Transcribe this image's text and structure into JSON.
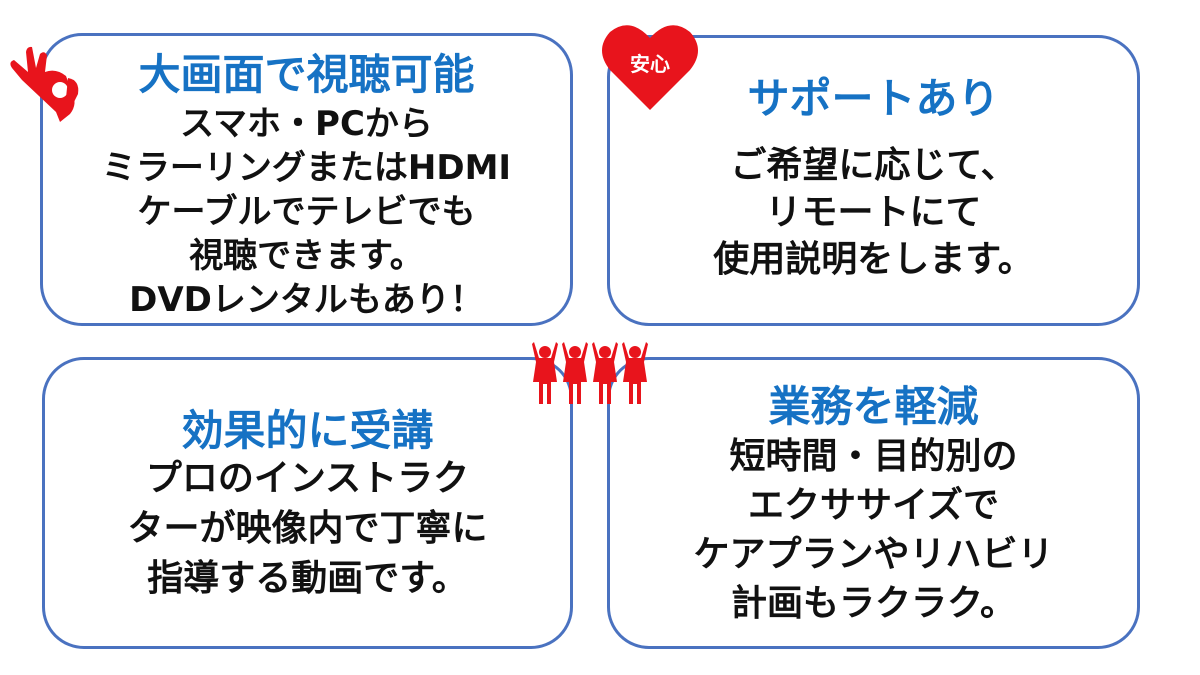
{
  "cards": [
    {
      "title": "大画面で視聴可能",
      "lines": [
        "スマホ・PCから",
        "ミラーリングまたはHDMI",
        "ケーブルでテレビでも",
        "視聴できます。",
        "DVDレンタルもあり！"
      ]
    },
    {
      "title": "サポートあり",
      "lines": [
        "ご希望に応じて、",
        "リモートにて",
        "使用説明をします。"
      ]
    },
    {
      "title": "効果的に受講",
      "lines": [
        "プロのインストラク",
        "ターが映像内で丁寧に",
        "指導する動画です。"
      ]
    },
    {
      "title": "業務を軽減",
      "lines": [
        "短時間・目的別の",
        "エクササイズで",
        "ケアプランやリハビリ",
        "計画もラクラク。"
      ]
    }
  ],
  "badge": {
    "label": "安心"
  },
  "icons": [
    "ok-hand-icon",
    "heart-icon",
    "people-icon"
  ],
  "colors": {
    "border": "#4a72c0",
    "title": "#1672c4",
    "accent": "#e8141c"
  }
}
